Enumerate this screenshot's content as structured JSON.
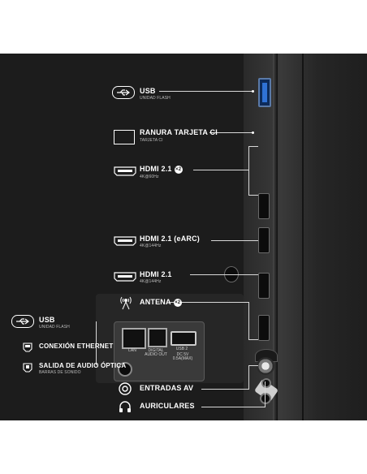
{
  "labels": {
    "usb_top": "USB",
    "usb_top_sub": "UNIDAD FLASH",
    "ci": "RANURA TARJETA CI",
    "ci_sub": "TARJETA CI",
    "hdmi1": "HDMI 2.1",
    "hdmi1_badge": "×2",
    "hdmi1_sub": "4K@60Hz",
    "hdmi_earc": "HDMI 2.1 (eARC)",
    "hdmi_earc_sub": "4K@144Hz",
    "hdmi3": "HDMI 2.1",
    "hdmi3_sub": "4K@144Hz",
    "antena": "ANTENA",
    "antena_badge": "×2",
    "usb_side": "USB",
    "usb_side_sub": "UNIDAD FLASH",
    "ethernet": "CONEXIÓN ETHERNET",
    "optical": "SALIDA DE AUDIO ÓPTICA",
    "optical_sub": "BARRAS DE SONIDO",
    "av": "ENTRADAS AV",
    "auriculares": "AURICULARES"
  },
  "port_panel": {
    "lan": "LAN",
    "digital_audio_out": "DIGITAL AUDIO OUT",
    "usb2": "USB 2",
    "usb2_rating": "DC 5V 0.5A(MAX)"
  },
  "colors": {
    "background": "#1c1c1c",
    "text": "#ffffff",
    "usb_port": "#2f72d6"
  }
}
